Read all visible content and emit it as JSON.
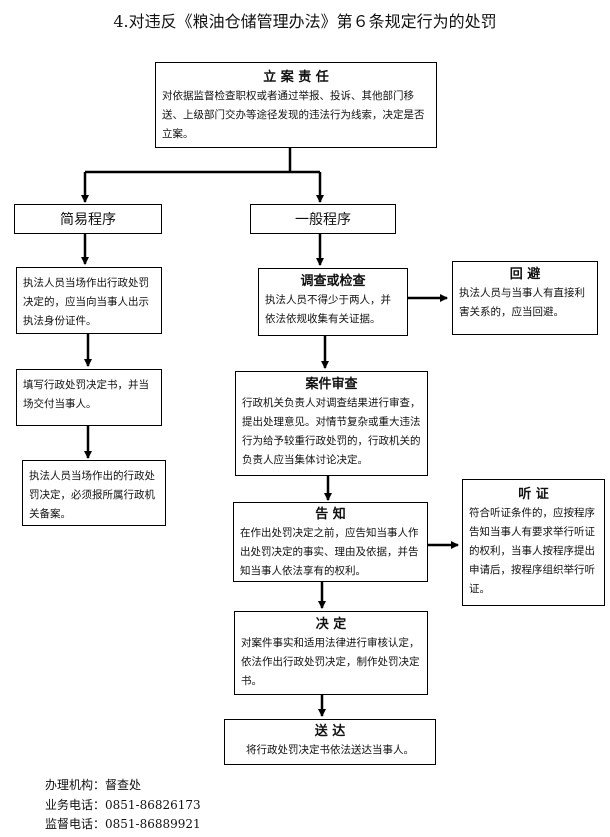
{
  "title": "4.对违反《粮油仓储管理办法》第６条规定行为的处罚",
  "nodes": {
    "lian": {
      "head": "立 案 责 任",
      "body": "对依据监督检查职权或者通过举报、投诉、其他部门移送、上级部门交办等途径发现的违法行为线索，决定是否立案。"
    },
    "jianyi": {
      "head": "简易程序"
    },
    "yiban": {
      "head": "一般程序"
    },
    "jianyi1": {
      "body": "执法人员当场作出行政处罚决定的，应当向当事人出示执法身份证件。"
    },
    "jianyi2": {
      "body": "填写行政处罚决定书，并当场交付当事人。"
    },
    "jianyi3": {
      "body": "执法人员当场作出的行政处罚决定，必须报所属行政机关备案。"
    },
    "diaocha": {
      "head": "调查或检查",
      "body": "执法人员不得少于两人，并依法依规收集有关证据。"
    },
    "huibi": {
      "head": "回 避",
      "body": "执法人员与当事人有直接利害关系的，应当回避。"
    },
    "shencha": {
      "head": "案件审查",
      "body": "行政机关负责人对调查结果进行审查，提出处理意见。对情节复杂或重大违法行为给予较重行政处罚的，行政机关的负责人应当集体讨论决定。"
    },
    "gaozhi": {
      "head": "告 知",
      "body": "在作出处罚决定之前，应告知当事人作出处罚决定的事实、理由及依据，并告知当事人依法享有的权利。"
    },
    "tingzheng": {
      "head": "听 证",
      "body": "符合听证条件的，应按程序告知当事人有要求举行听证的权利，当事人按程序提出申请后，按程序组织举行听证。"
    },
    "jueding": {
      "head": "决 定",
      "body": "对案件事实和适用法律进行审核认定，依法作出行政处罚决定，制作处罚决定书。"
    },
    "songda": {
      "head": "送 达",
      "body": "将行政处罚决定书依法送达当事人。"
    }
  },
  "footer": {
    "office": "办理机构：督查处",
    "business_phone": "业务电话：0851-86826173",
    "supervise_phone": "监督电话：0851-86889921"
  }
}
